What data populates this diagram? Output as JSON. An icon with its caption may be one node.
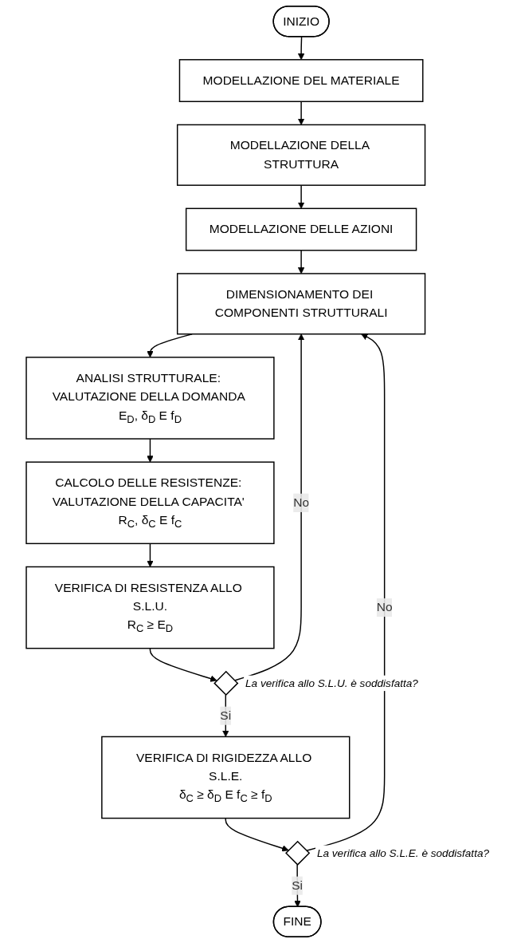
{
  "diagram": {
    "nodes": [
      {
        "text": [
          "INIZIO"
        ]
      },
      {
        "text": [
          "MODELLAZIONE DEL MATERIALE"
        ]
      },
      {
        "text": [
          "MODELLAZIONE DELLA STRUTTURA"
        ]
      },
      {
        "text": [
          "MODELLAZIONE DELLE AZIONI"
        ]
      },
      {
        "text": [
          "DIMENSIONAMENTO DEI COMPONENTI STRUTTURALI"
        ]
      },
      {
        "text": [
          "ANALISI STRUTTURALE: VALUTAZIONE DELLA DOMANDA E$_{D}$, δ$_{D}$ E f$_{D}$"
        ]
      },
      {
        "text": [
          "CALCOLO DELLE RESISTENZE: VALUTAZIONE DELLA CAPACITA' R$_{C}$, δ$_{C}$ E f$_{C}$"
        ]
      },
      {
        "text": [
          "VERIFICA DI RESISTENZA ALLO S.L.U.",
          "R$_{C}$ ≥ E$_{D}$"
        ]
      },
      {
        "text": [],
        "shape": "diamond",
        "beside": [
          "La verifica allo S.L.U. è soddisfatta?"
        ]
      },
      {
        "text": [
          "VERIFICA DI RIGIDEZZA ALLO S.L.E.",
          "δ$_{C}$ ≥ δ$_{D}$ E f$_{C}$ ≥ f$_{D}$"
        ]
      },
      {
        "text": [],
        "shape": "diamond",
        "beside": [
          "La verifica allo S.L.E. è soddisfatta?"
        ]
      },
      {
        "text": [
          "FINE"
        ]
      }
    ],
    "edges": [
      {
        "from": 0,
        "to": 1,
        "arrow": "to"
      },
      {
        "from": 1,
        "to": 2,
        "arrow": "to"
      },
      {
        "from": 2,
        "to": 3,
        "arrow": "to"
      },
      {
        "from": 3,
        "to": 4,
        "arrow": "to"
      },
      {
        "from": 4,
        "to": 5,
        "arrow": "to"
      },
      {
        "from": 5,
        "to": 6,
        "arrow": "to"
      },
      {
        "from": 6,
        "to": 7,
        "arrow": "to"
      },
      {
        "from": 7,
        "to": 8,
        "arrow": "to"
      },
      {
        "from": 8,
        "to": 4,
        "arrow": "to",
        "label": "No"
      },
      {
        "from": 8,
        "to": 9,
        "arrow": "to",
        "label": "Si"
      },
      {
        "from": 9,
        "to": 10,
        "arrow": "to"
      },
      {
        "from": 10,
        "to": 4,
        "arrow": "to",
        "label": "No"
      },
      {
        "from": 10,
        "to": 11,
        "arrow": "to",
        "label": "Si"
      }
    ]
  }
}
